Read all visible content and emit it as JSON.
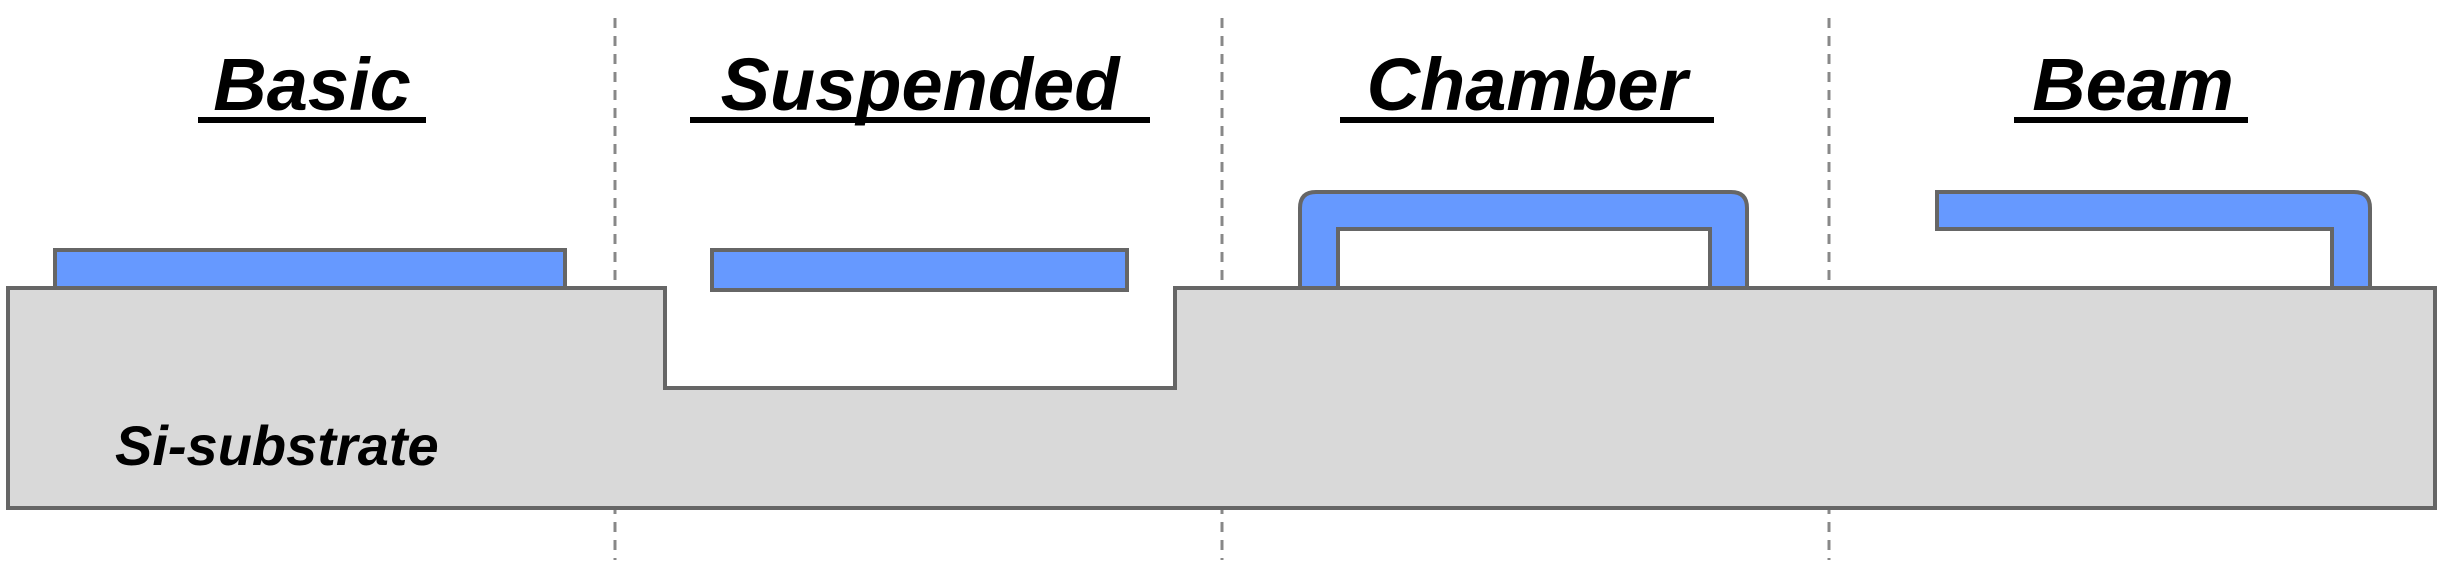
{
  "sections": [
    {
      "title": "Basic"
    },
    {
      "title": "Suspended"
    },
    {
      "title": "Chamber"
    },
    {
      "title": "Beam"
    }
  ],
  "substrate": {
    "label": "Si-substrate",
    "color": "#d9d9d9"
  },
  "membrane": {
    "color": "#6699ff"
  }
}
